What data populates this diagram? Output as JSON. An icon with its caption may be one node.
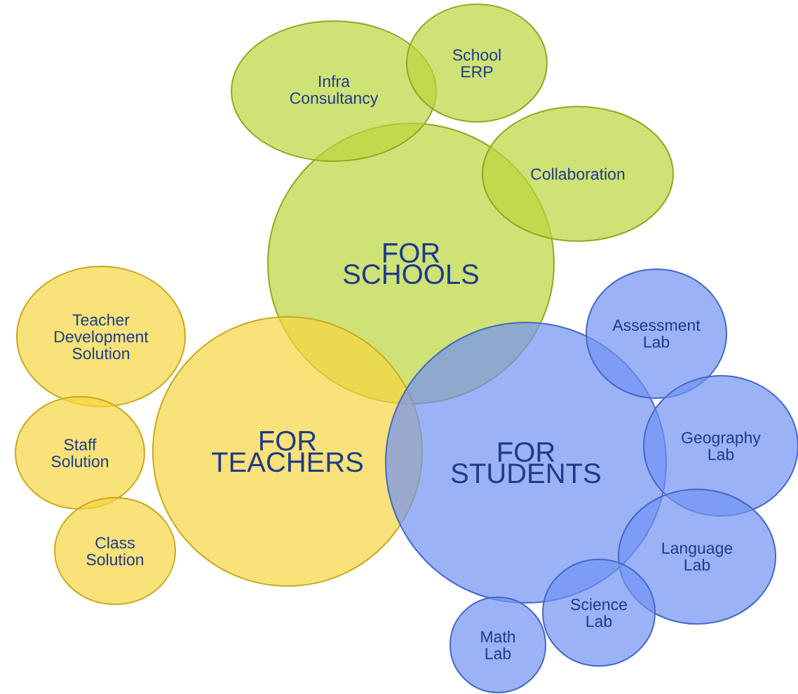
{
  "diagram": {
    "nodes": [
      {
        "text": [
          "FOR SCHOOLS"
        ]
      },
      {
        "text": [
          "Infra Consultancy"
        ]
      },
      {
        "text": [
          "School ERP"
        ]
      },
      {
        "text": [
          "Collaboration"
        ]
      },
      {
        "text": [
          "FOR TEACHERS"
        ]
      },
      {
        "text": [
          "Teacher Development Solution"
        ]
      },
      {
        "text": [
          "Staff Solution"
        ]
      },
      {
        "text": [
          "Class Solution"
        ]
      },
      {
        "text": [
          "FOR STUDENTS"
        ]
      },
      {
        "text": [
          "Assessment Lab"
        ]
      },
      {
        "text": [
          "Geography Lab"
        ]
      },
      {
        "text": [
          "Language Lab"
        ]
      },
      {
        "text": [
          "Science Lab"
        ]
      },
      {
        "text": [
          "Math Lab"
        ]
      }
    ]
  }
}
